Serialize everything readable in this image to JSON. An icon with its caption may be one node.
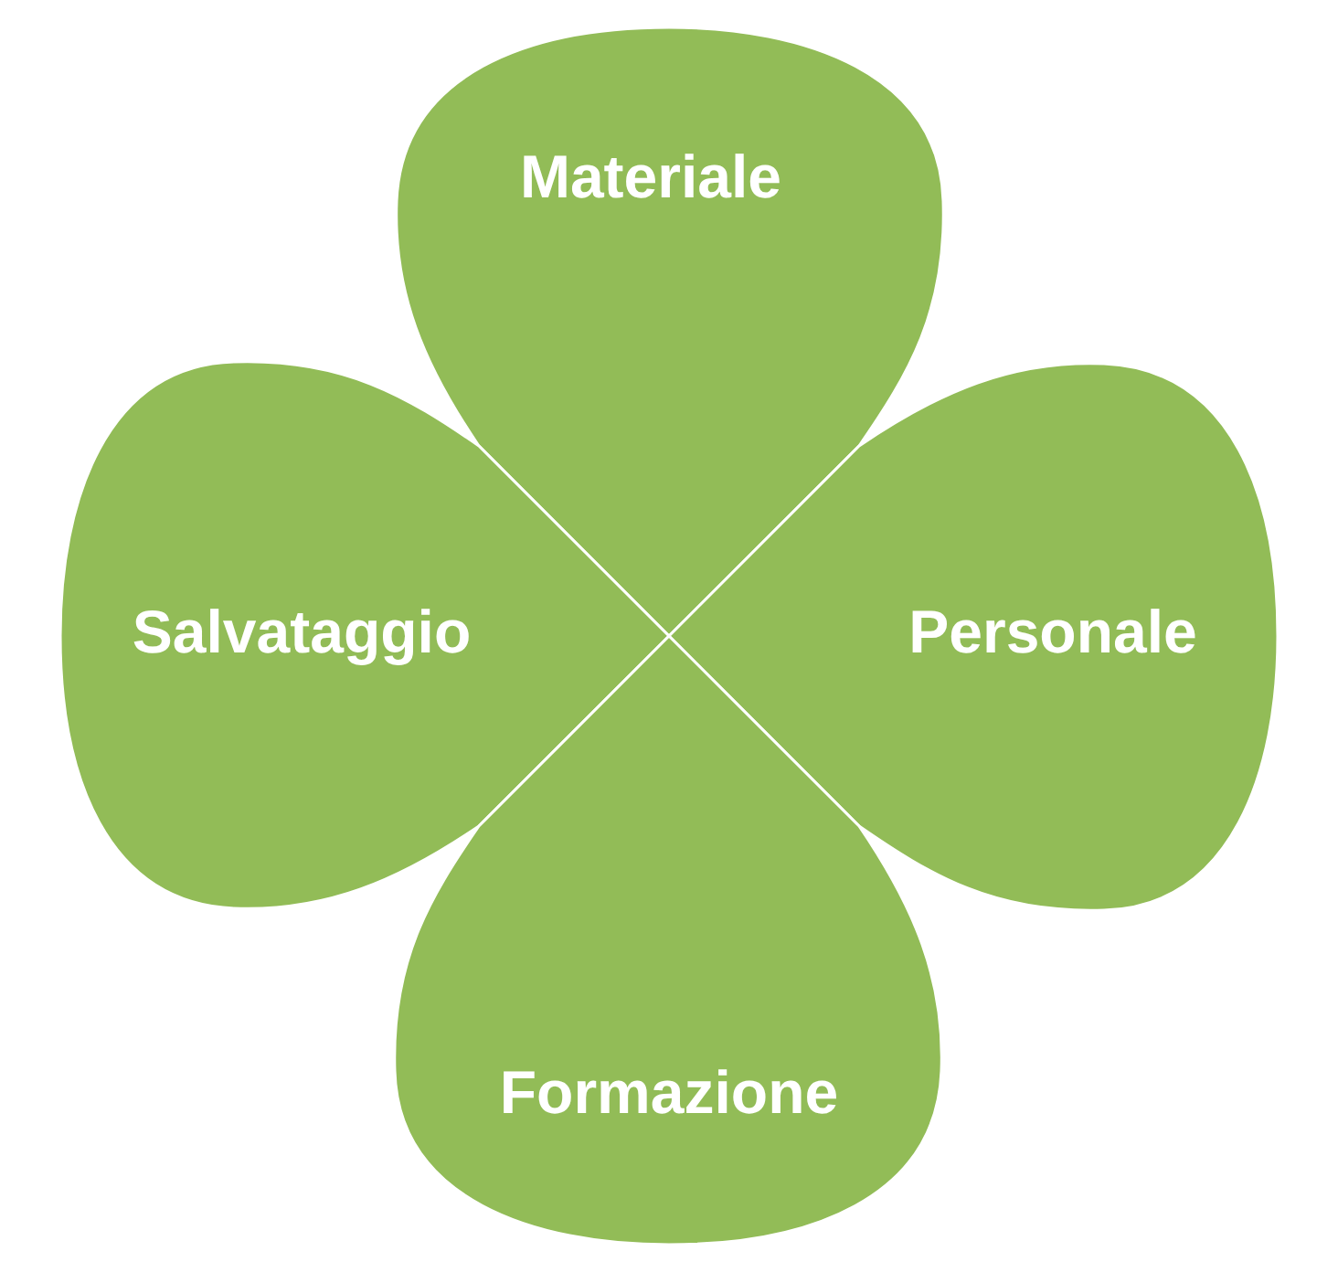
{
  "diagram": {
    "nodes": [
      {
        "text": [
          "Materiale"
        ]
      },
      {
        "text": [
          "Salvataggio"
        ]
      },
      {
        "text": [
          "Personale"
        ]
      },
      {
        "text": [
          "Formazione"
        ]
      }
    ]
  }
}
